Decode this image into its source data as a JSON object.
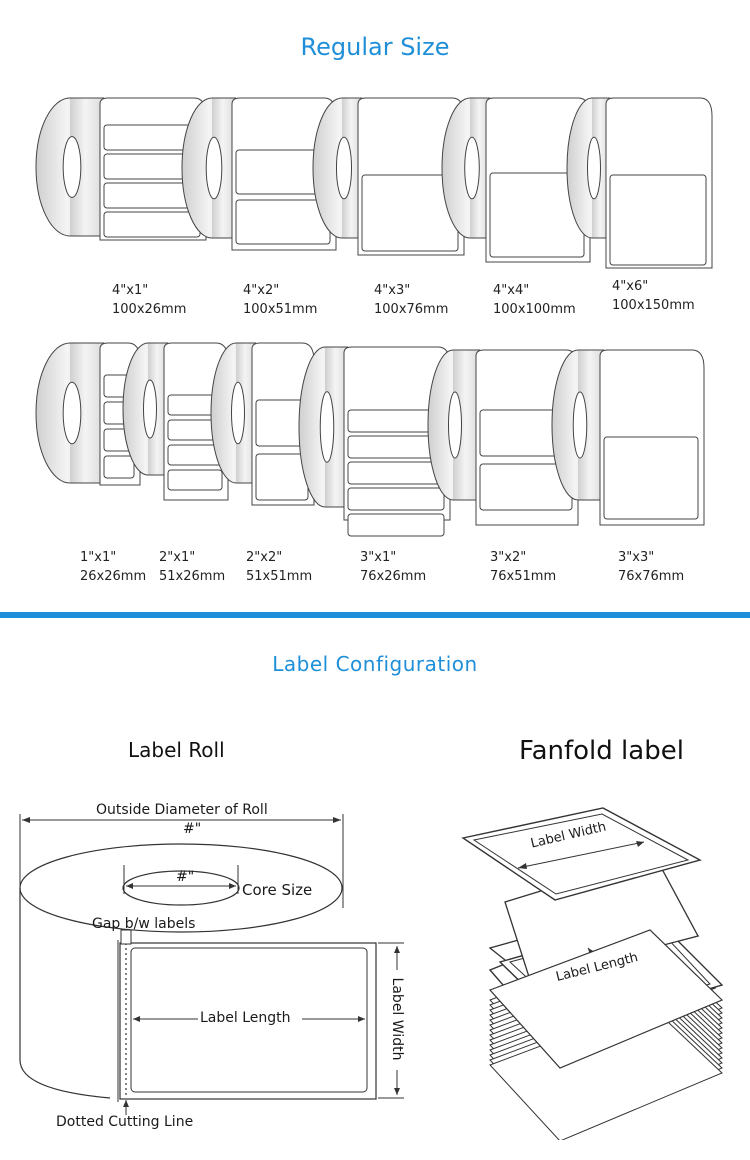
{
  "regular_title": "Regular Size",
  "config_title": "Label Configuration",
  "row1": [
    {
      "inch": "4\"x1\"",
      "mm": "100x26mm"
    },
    {
      "inch": "4\"x2\"",
      "mm": "100x51mm"
    },
    {
      "inch": "4\"x3\"",
      "mm": "100x76mm"
    },
    {
      "inch": "4\"x4\"",
      "mm": "100x100mm"
    },
    {
      "inch": "4\"x6\"",
      "mm": "100x150mm"
    }
  ],
  "row2": [
    {
      "inch": "1\"x1\"",
      "mm": "26x26mm"
    },
    {
      "inch": "2\"x1\"",
      "mm": "51x26mm"
    },
    {
      "inch": "2\"x2\"",
      "mm": "51x51mm"
    },
    {
      "inch": "3\"x1\"",
      "mm": "76x26mm"
    },
    {
      "inch": "3\"x2\"",
      "mm": "76x51mm"
    },
    {
      "inch": "3\"x3\"",
      "mm": "76x76mm"
    }
  ],
  "label_roll": {
    "heading": "Label Roll",
    "outside_diameter": "Outside Diameter of Roll",
    "diameter_value": "#\"",
    "core_value": "#\"",
    "core_size": "Core Size",
    "gap": "Gap b/w labels",
    "label_length": "Label Length",
    "label_width": "Label Width",
    "cutting_line": "Dotted Cutting Line"
  },
  "fanfold": {
    "heading": "Fanfold label",
    "label_width": "Label Width",
    "label_length": "Label Length"
  },
  "colors": {
    "accent": "#1e8fd8"
  }
}
